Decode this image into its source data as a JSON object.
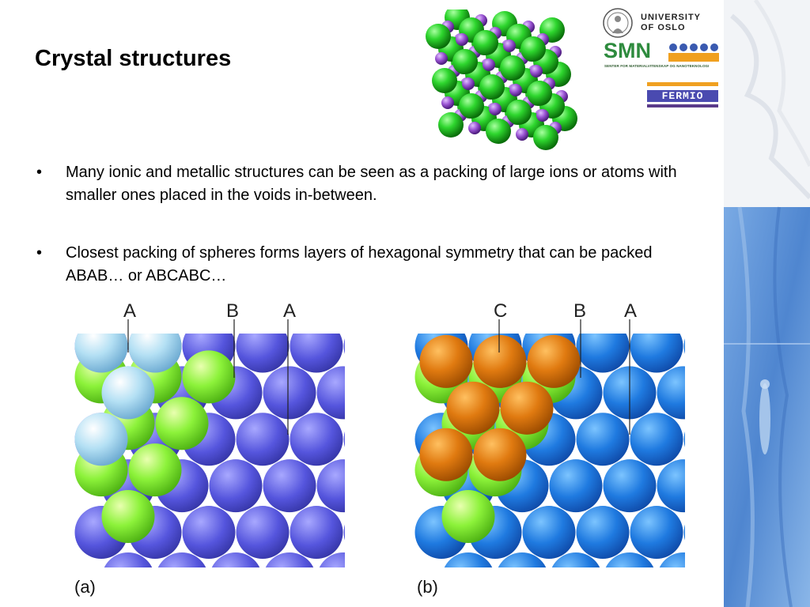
{
  "slide": {
    "title": "Crystal structures",
    "bullets": [
      "Many ionic and metallic structures can be seen as a packing of large ions or atoms with smaller ones placed in the voids in-between.",
      "Closest packing of spheres forms layers of hexagonal symmetry that can be packed ABAB… or ABCABC…"
    ],
    "bullet_symbol": "•"
  },
  "logos": {
    "university": [
      "UNIVERSITY",
      "OF OSLO"
    ],
    "smn": "SMN",
    "smn_subtitle": "SENTER FOR MATERIALVITENSKAP OG NANOTEKNOLOGI",
    "fermio": "FERMIO"
  },
  "figures": {
    "panel_a": {
      "caption": "(a)",
      "labels": [
        "A",
        "B",
        "A"
      ]
    },
    "panel_b": {
      "caption": "(b)",
      "labels": [
        "C",
        "B",
        "A"
      ]
    }
  },
  "colors": {
    "title": "#000000",
    "side_band": "#6a9bd6",
    "sphere_green": "#2ecc2e",
    "sphere_purple": "#9b55d4",
    "layer_blue_a": "#5a5ae0",
    "layer_green": "#7ff02a",
    "layer_lightblue": "#a8d8f0",
    "layer_blue_b": "#1f7ae0",
    "layer_orange": "#e07a10",
    "smn_green": "#2e8b3e",
    "smn_blue": "#3a5ab0"
  }
}
